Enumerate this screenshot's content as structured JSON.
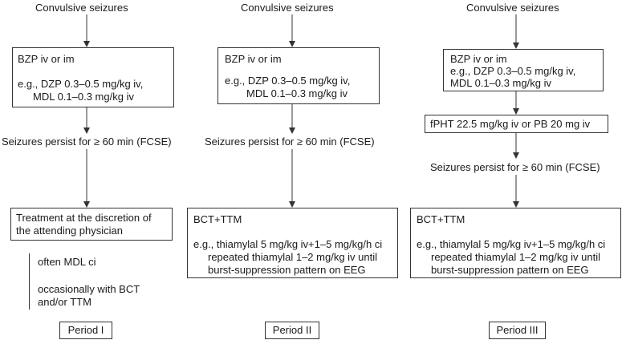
{
  "col1": {
    "start": "Convulsive seizures",
    "box1": {
      "title": "BZP iv or im",
      "dose1": "e.g., DZP 0.3–0.5 mg/kg iv,",
      "dose2": "MDL 0.1–0.3 mg/kg iv"
    },
    "persist": "Seizures persist for ≥ 60 min (FCSE)",
    "box2": {
      "line1": "Treatment at the discretion of",
      "line2": "the attending physician"
    },
    "notes": {
      "line1": "often MDL ci",
      "line2": "occasionally with BCT",
      "line3": "and/or TTM"
    },
    "period": "Period I"
  },
  "col2": {
    "start": "Convulsive seizures",
    "box1": {
      "title": "BZP iv or im",
      "dose1": "e.g., DZP 0.3–0.5 mg/kg iv,",
      "dose2": "MDL 0.1–0.3 mg/kg iv"
    },
    "persist": "Seizures persist for ≥ 60 min (FCSE)",
    "box2": {
      "title": "BCT+TTM",
      "line1": "e.g., thiamylal 5 mg/kg iv+1–5 mg/kg/h ci",
      "line2": "repeated thiamylal 1–2 mg/kg iv until",
      "line3": "burst-suppression pattern on EEG"
    },
    "period": "Period II"
  },
  "col3": {
    "start": "Convulsive seizures",
    "box1": {
      "title": "BZP iv or im",
      "dose1": "e.g., DZP 0.3–0.5 mg/kg iv,",
      "dose2": "MDL 0.1–0.3 mg/kg iv"
    },
    "second_line": "fPHT 22.5 mg/kg iv or PB 20 mg iv",
    "persist": "Seizures persist for ≥ 60 min (FCSE)",
    "box2": {
      "title": "BCT+TTM",
      "line1": "e.g., thiamylal 5 mg/kg iv+1–5 mg/kg/h ci",
      "line2": "repeated thiamylal 1–2 mg/kg iv until",
      "line3": "burst-suppression pattern on EEG"
    },
    "period": "Period III"
  }
}
